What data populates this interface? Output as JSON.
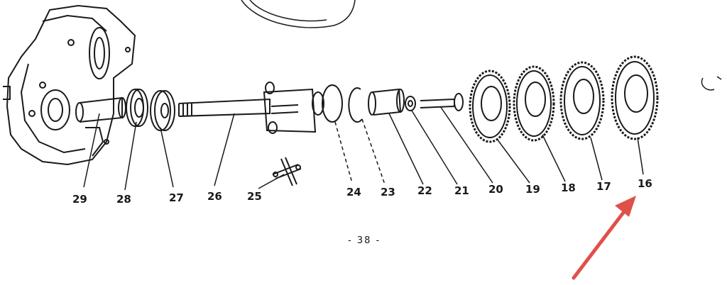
{
  "diagram": {
    "part_labels": [
      "29",
      "28",
      "27",
      "26",
      "25",
      "24",
      "23",
      "22",
      "21",
      "20",
      "19",
      "18",
      "17",
      "16"
    ],
    "page_number": "- 38 -"
  },
  "colors": {
    "ink": "#1a1a1a",
    "paper": "#ffffff",
    "arrow": "#e0504a"
  },
  "annotation": {
    "arrow_target_label": "16",
    "icon": "arrow-pointer-icon"
  }
}
